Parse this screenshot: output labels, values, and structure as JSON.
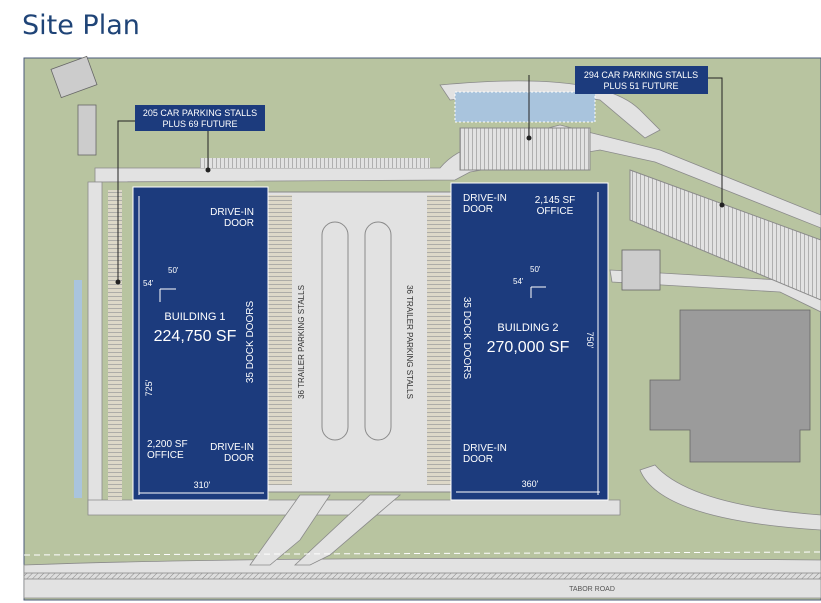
{
  "title": "Site Plan",
  "colors": {
    "building": "#1c3b7d",
    "grass": "#b8c4a0",
    "road": "#e2e2e2",
    "existing_building": "#9b9b9b",
    "future_parking": "#a9c4dd"
  },
  "callouts": [
    {
      "line1": "205 CAR PARKING STALLS",
      "line2": "PLUS 69 FUTURE"
    },
    {
      "line1": "294 CAR PARKING STALLS",
      "line2": "PLUS 51 FUTURE"
    }
  ],
  "building1": {
    "name": "BUILDING 1",
    "area": "224,750 SF",
    "drive_in_top": [
      "DRIVE-IN",
      "DOOR"
    ],
    "drive_in_bottom": [
      "DRIVE-IN",
      "DOOR"
    ],
    "office": [
      "2,200 SF",
      "OFFICE"
    ],
    "dock_doors": "35 DOCK DOORS",
    "depth": "725'",
    "width": "310'",
    "bay_w": "50'",
    "bay_d": "54'"
  },
  "building2": {
    "name": "BUILDING 2",
    "area": "270,000 SF",
    "drive_in_top": [
      "DRIVE-IN",
      "DOOR"
    ],
    "drive_in_bottom": [
      "DRIVE-IN",
      "DOOR"
    ],
    "office": [
      "2,145 SF",
      "OFFICE"
    ],
    "dock_doors": "35 DOCK DOORS",
    "depth": "750'",
    "width": "360'",
    "bay_w": "50'",
    "bay_d": "54'"
  },
  "trailer_left": "36 TRAILER PARKING STALLS",
  "trailer_right": "36 TRAILER PARKING STALLS",
  "road_name": "TABOR ROAD"
}
